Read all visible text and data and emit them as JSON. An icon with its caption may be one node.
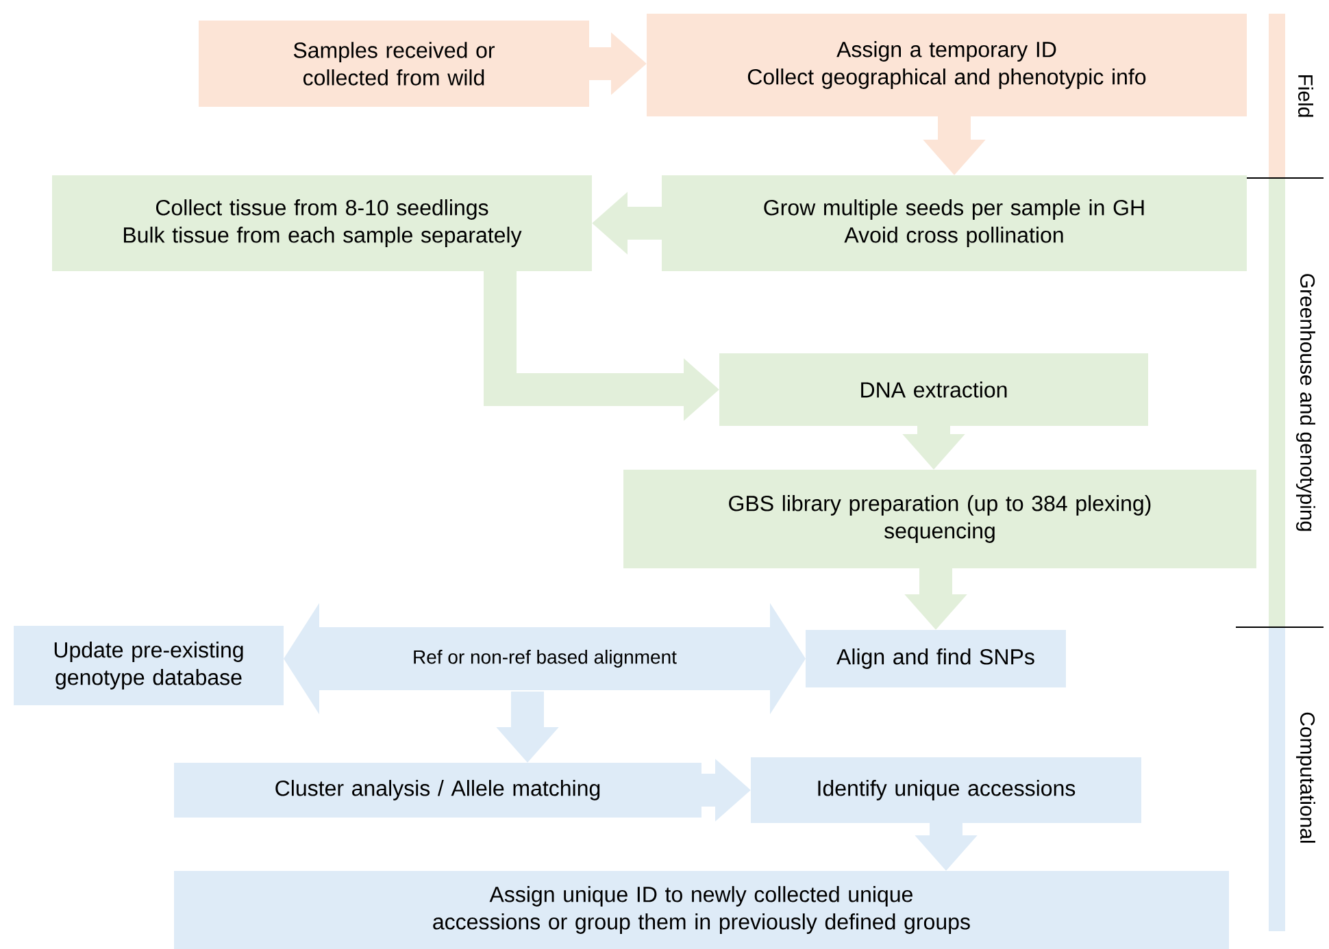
{
  "diagram": {
    "nodes": [
      {
        "text": [
          "Samples received or collected from wild"
        ]
      },
      {
        "text": [
          "Assign a temporary ID",
          "Collect geographical and phenotypic info"
        ]
      },
      {
        "text": [
          "Collect tissue from 8-10 seedlings",
          "Bulk tissue from each sample separately"
        ]
      },
      {
        "text": [
          "Grow multiple seeds per sample in GH",
          "Avoid cross pollination"
        ]
      },
      {
        "text": [
          "DNA extraction"
        ]
      },
      {
        "text": [
          "GBS library preparation (up to 384 plexing)",
          "sequencing"
        ]
      },
      {
        "text": [
          "Update pre-existing genotype database"
        ]
      },
      {
        "text": [
          "Align and find SNPs"
        ]
      },
      {
        "text": [
          "Cluster analysis / Allele matching"
        ]
      },
      {
        "text": [
          "Identify unique accessions"
        ]
      },
      {
        "text": [
          "Assign unique ID to newly collected unique accessions or group them in previously defined groups"
        ]
      }
    ],
    "edges": [
      {
        "from": 0,
        "to": 1,
        "arrow": "to",
        "color": "#fce4d6"
      },
      {
        "from": 1,
        "to": 3,
        "arrow": "to",
        "color": "#fce4d6"
      },
      {
        "from": 3,
        "to": 2,
        "arrow": "to",
        "color": "#e2efda"
      },
      {
        "from": 2,
        "to": 4,
        "arrow": "to",
        "color": "#e2efda"
      },
      {
        "from": 4,
        "to": 5,
        "arrow": "to",
        "color": "#e2efda"
      },
      {
        "from": 5,
        "to": 7,
        "arrow": "to",
        "color": "#e2efda"
      },
      {
        "from": 6,
        "to": 7,
        "arrow": "both",
        "label": "Ref or non-ref based alignment",
        "style": "thick",
        "color": "#deebf7"
      },
      {
        "from": null,
        "to": 8,
        "arrow": "to",
        "color": "#deebf7"
      },
      {
        "from": 8,
        "to": 9,
        "arrow": "to",
        "color": "#deebf7"
      },
      {
        "from": 9,
        "to": 10,
        "arrow": "to",
        "color": "#deebf7"
      }
    ],
    "labels": [
      "Field",
      "Greenhouse and genotyping",
      "Computational"
    ]
  }
}
